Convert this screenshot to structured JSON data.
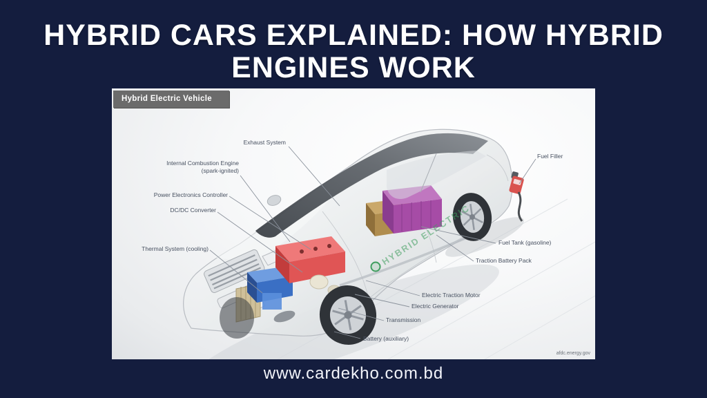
{
  "page": {
    "title_line1": "HYBRID CARS EXPLAINED: HOW HYBRID",
    "title_line2": "ENGINES WORK",
    "website": "www.cardekho.com.bd"
  },
  "diagram": {
    "header": "Hybrid Electric Vehicle",
    "attribution": "afdc.energy.gov",
    "watermark": "HYBRID ELECTRIC",
    "labels": {
      "exhaust": "Exhaust System",
      "ice_line1": "Internal Combustion Engine",
      "ice_line2": "(spark-ignited)",
      "pec": "Power Electronics Controller",
      "dcdc": "DC/DC Converter",
      "thermal": "Thermal System (cooling)",
      "fuel_filler": "Fuel Filler",
      "fuel_tank": "Fuel Tank (gasoline)",
      "battery_pack": "Traction Battery Pack",
      "traction_motor": "Electric Traction Motor",
      "generator": "Electric Generator",
      "transmission": "Transmission",
      "aux_battery": "Battery (auxiliary)"
    },
    "colors": {
      "background_navy": "#141d3e",
      "title_white": "#ffffff",
      "header_bar_gray": "#6b6b6b",
      "engine_red": "#e05555",
      "component_blue": "#3a6fc4",
      "battery_purple": "#a64ca6",
      "fuel_tank_tan": "#b08d4f",
      "radiator_tan": "#cfc09a",
      "brand_green": "#3f9e5f",
      "pump_red": "#d9534f"
    }
  }
}
